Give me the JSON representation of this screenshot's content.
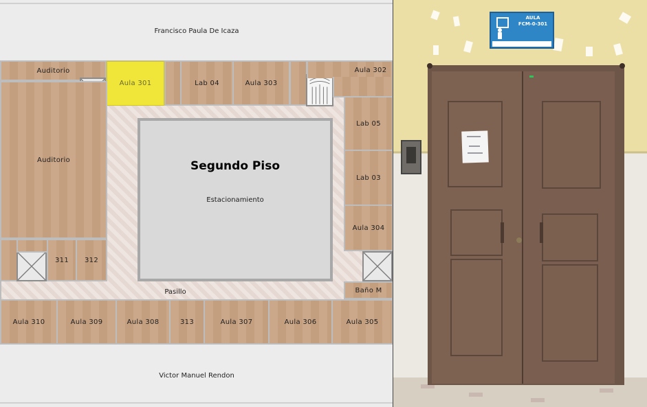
{
  "map": {
    "street_top": "Francisco Paula De Icaza",
    "street_bottom": "Victor Manuel Rendon",
    "floor_title": "Segundo Piso",
    "parking_label": "Estacionamiento",
    "corridor_label": "Pasillo",
    "highlighted_room": "Aula 301",
    "rooms": {
      "auditorio_top": "Auditorio",
      "auditorio_main": "Auditorio",
      "aula_301": "Aula 301",
      "lab_04": "Lab 04",
      "aula_303": "Aula 303",
      "aula_302": "Aula 302",
      "lab_05": "Lab 05",
      "lab_03": "Lab 03",
      "aula_304": "Aula 304",
      "bano_m": "Baño M",
      "room_311": "311",
      "room_312": "312",
      "aula_310": "Aula 310",
      "aula_309": "Aula 309",
      "aula_308": "Aula 308",
      "room_313": "313",
      "aula_307": "Aula 307",
      "aula_306": "Aula 306",
      "aula_305": "Aula 305"
    },
    "colors": {
      "room": "#c9a383",
      "highlight": "#f0e63a",
      "corridor": "#eadcd6",
      "parking": "#d9d9d9"
    }
  },
  "photo": {
    "sign_line1": "AULA",
    "sign_line2": "FCM-0-301",
    "sign_icon": "teacher-board-icon",
    "colors": {
      "wall_upper": "#ecdfa6",
      "wall_lower": "#ece9e2",
      "door": "#7d6151",
      "sign": "#2f86c7"
    }
  }
}
